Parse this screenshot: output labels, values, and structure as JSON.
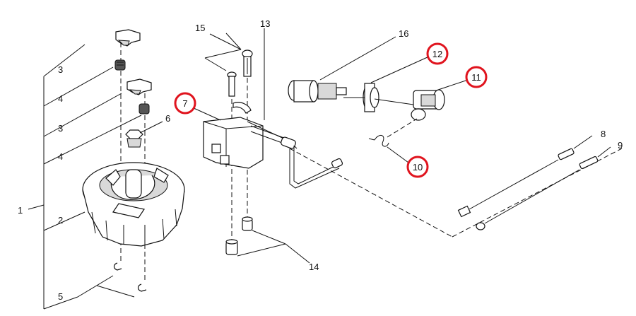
{
  "callouts": {
    "c1": "1",
    "c2": "2",
    "c3a": "3",
    "c3b": "3",
    "c4a": "4",
    "c4b": "4",
    "c5": "5",
    "c6": "6",
    "c8": "8",
    "c9": "9",
    "c13": "13",
    "c14": "14",
    "c15": "15",
    "c16": "16"
  },
  "highlighted_callouts": {
    "c7": "7",
    "c10": "10",
    "c11": "11",
    "c12": "12"
  },
  "colors": {
    "line": "#111111",
    "highlight_ring": "#e0141e",
    "background": "#ffffff"
  }
}
